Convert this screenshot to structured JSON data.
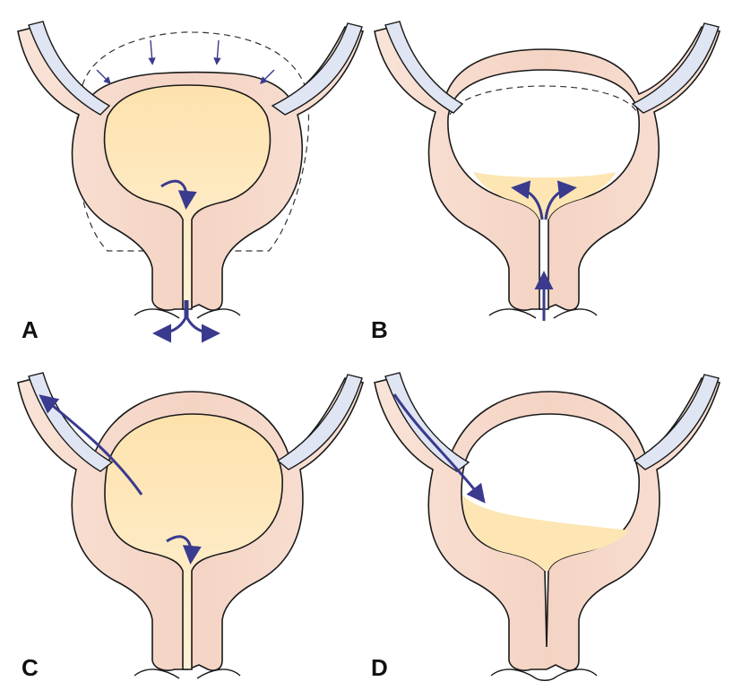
{
  "colors": {
    "wall": "#f6dccf",
    "wall_shade": "#eec3b2",
    "urine": "#fde6b4",
    "urine_light": "#fff4dc",
    "ureter": "#dfe5f3",
    "arrow": "#3a3a8e",
    "outline": "#1a1a1a"
  },
  "panels": [
    {
      "label": "A"
    },
    {
      "label": "B"
    },
    {
      "label": "C"
    },
    {
      "label": "D"
    }
  ]
}
